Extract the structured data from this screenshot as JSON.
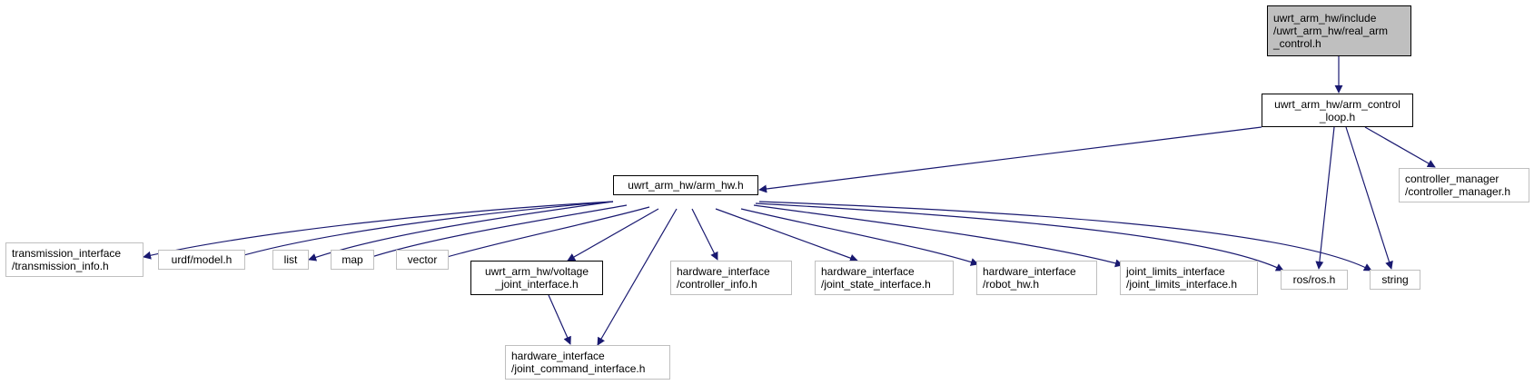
{
  "colors": {
    "edge": "#191970",
    "root_fill": "#bfbfbf",
    "linked_border": "#000000",
    "external_border": "#bfbfbf"
  },
  "nodes": {
    "real_arm_control": {
      "line1": "uwrt_arm_hw/include",
      "line2": "/uwrt_arm_hw/real_arm",
      "line3": "_control.h"
    },
    "arm_control_loop": {
      "line1": "uwrt_arm_hw/arm_control",
      "line2": "_loop.h"
    },
    "arm_hw": {
      "line1": "uwrt_arm_hw/arm_hw.h"
    },
    "controller_manager": {
      "line1": "controller_manager",
      "line2": "/controller_manager.h"
    },
    "transmission_info": {
      "line1": "transmission_interface",
      "line2": "/transmission_info.h"
    },
    "urdf_model": {
      "line1": "urdf/model.h"
    },
    "list": {
      "line1": "list"
    },
    "map": {
      "line1": "map"
    },
    "vector": {
      "line1": "vector"
    },
    "voltage_joint_interface": {
      "line1": "uwrt_arm_hw/voltage",
      "line2": "_joint_interface.h"
    },
    "controller_info": {
      "line1": "hardware_interface",
      "line2": "/controller_info.h"
    },
    "joint_state_interface": {
      "line1": "hardware_interface",
      "line2": "/joint_state_interface.h"
    },
    "robot_hw": {
      "line1": "hardware_interface",
      "line2": "/robot_hw.h"
    },
    "joint_limits_interface": {
      "line1": "joint_limits_interface",
      "line2": "/joint_limits_interface.h"
    },
    "ros": {
      "line1": "ros/ros.h"
    },
    "string": {
      "line1": "string"
    },
    "joint_command_interface": {
      "line1": "hardware_interface",
      "line2": "/joint_command_interface.h"
    }
  }
}
